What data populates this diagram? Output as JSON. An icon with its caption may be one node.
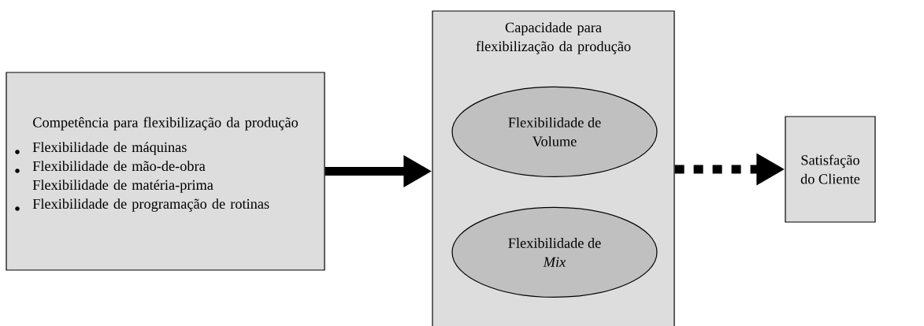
{
  "diagram": {
    "nodes": [
      {
        "text": [
          "Competência para flexibilização da produção",
          "Flexibilidade de máquinas",
          "Flexibilidade de mão-de-obra",
          "Flexibilidade de matéria-prima",
          "Flexibilidade de programação de rotinas"
        ]
      },
      {
        "text": [
          "Capacidade para flexibilização da produção"
        ]
      },
      {
        "text": [
          "Flexibilidade de Volume"
        ],
        "in": 1
      },
      {
        "text": [
          "Flexibilidade de *Mix*"
        ],
        "in": 1
      },
      {
        "text": [
          "Satisfação do Cliente"
        ]
      }
    ],
    "edges": [
      {
        "from": 0,
        "to": 1,
        "arrow": "to"
      },
      {
        "from": 1,
        "to": 4,
        "arrow": "to",
        "style": "dashed"
      }
    ]
  }
}
